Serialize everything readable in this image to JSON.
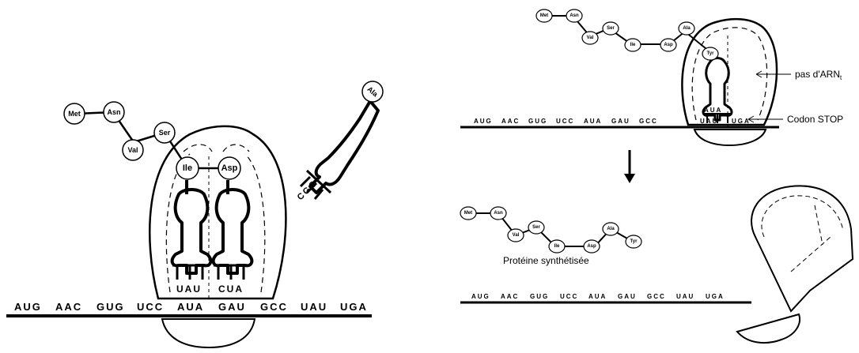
{
  "left_panel": {
    "chain": [
      "Met",
      "Asn",
      "Val",
      "Ser"
    ],
    "p_site_aa": "Ile",
    "a_site_aa": "Asp",
    "incoming_trna_aa": "Ala",
    "incoming_anticodon": "CGG",
    "p_anticodon": "UAU",
    "a_anticodon": "CUA",
    "mrna_codons": [
      "AUG",
      "AAC",
      "GUG",
      "UCC",
      "AUA",
      "GAU",
      "GCC",
      "UAU",
      "UGA"
    ]
  },
  "right_top": {
    "chain": [
      "Met",
      "Asn",
      "Val",
      "Ser",
      "Ile",
      "Asp",
      "Ala"
    ],
    "trna_aa": "Tyr",
    "anticodon": "AUA",
    "mrna_codons": [
      "AUG",
      "AAC",
      "GUG",
      "UCC",
      "AUA",
      "GAU",
      "GCC",
      "UAU",
      "UGA"
    ],
    "label_no_trna": "pas d'ARN",
    "label_no_trna_sub": "t",
    "label_stop": "Codon STOP"
  },
  "right_bottom": {
    "protein": [
      "Met",
      "Asn",
      "Val",
      "Ser",
      "Ile",
      "Asp",
      "Ala",
      "Tyr"
    ],
    "protein_label": "Protéine synthétisée",
    "mrna_codons": [
      "AUG",
      "AAC",
      "GUG",
      "UCC",
      "AUA",
      "GAU",
      "GCC",
      "UAU",
      "UGA"
    ]
  }
}
